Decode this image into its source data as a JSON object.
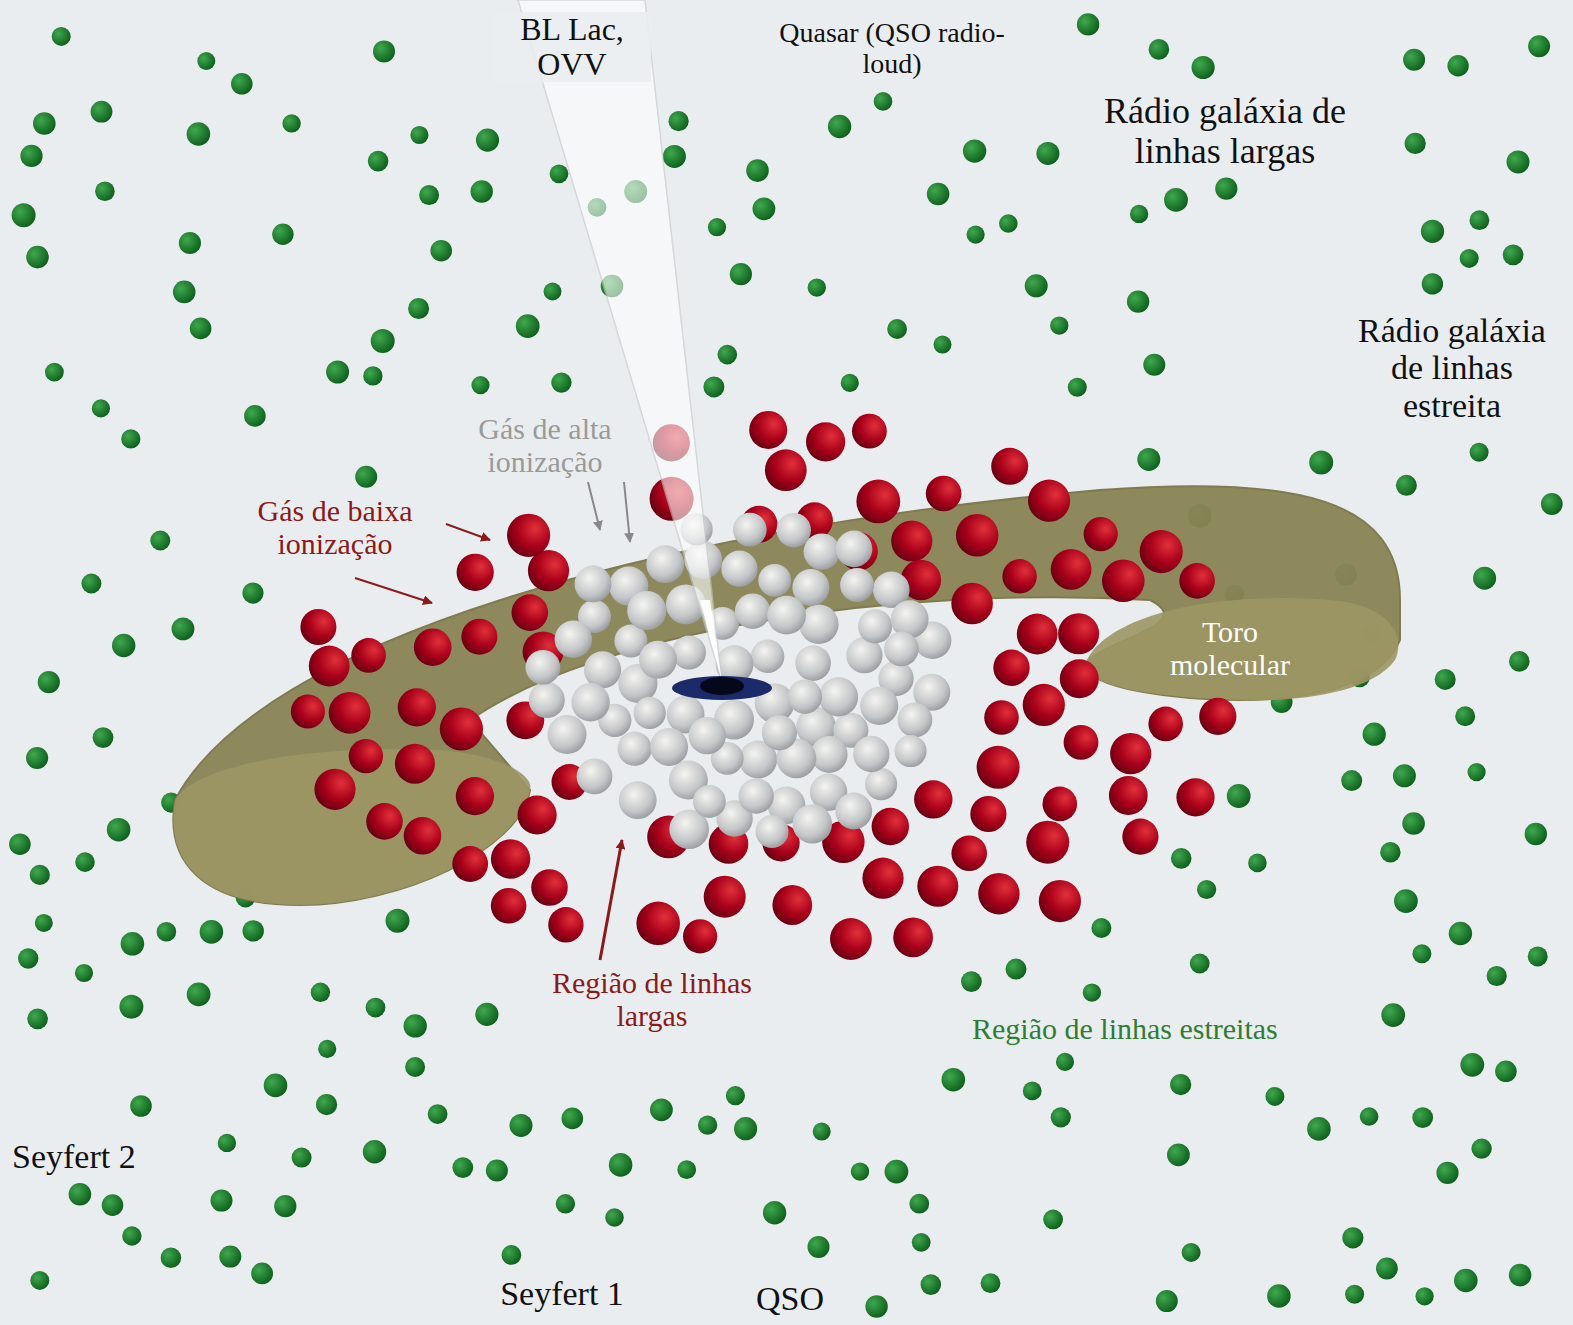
{
  "diagram": {
    "labels": [
      "BL Lac, OVV",
      "Quasar (QSO radio-loud)",
      "Rádio galáxia de linhas largas",
      "Rádio galáxia de linhas estreita",
      "Gás de alta ionização",
      "Gás de baixa ionização",
      "Toro molecular",
      "Região de linhas largas",
      "Região de linhas estreitas",
      "Seyfert 2",
      "Seyfert 1",
      "QSO"
    ]
  }
}
